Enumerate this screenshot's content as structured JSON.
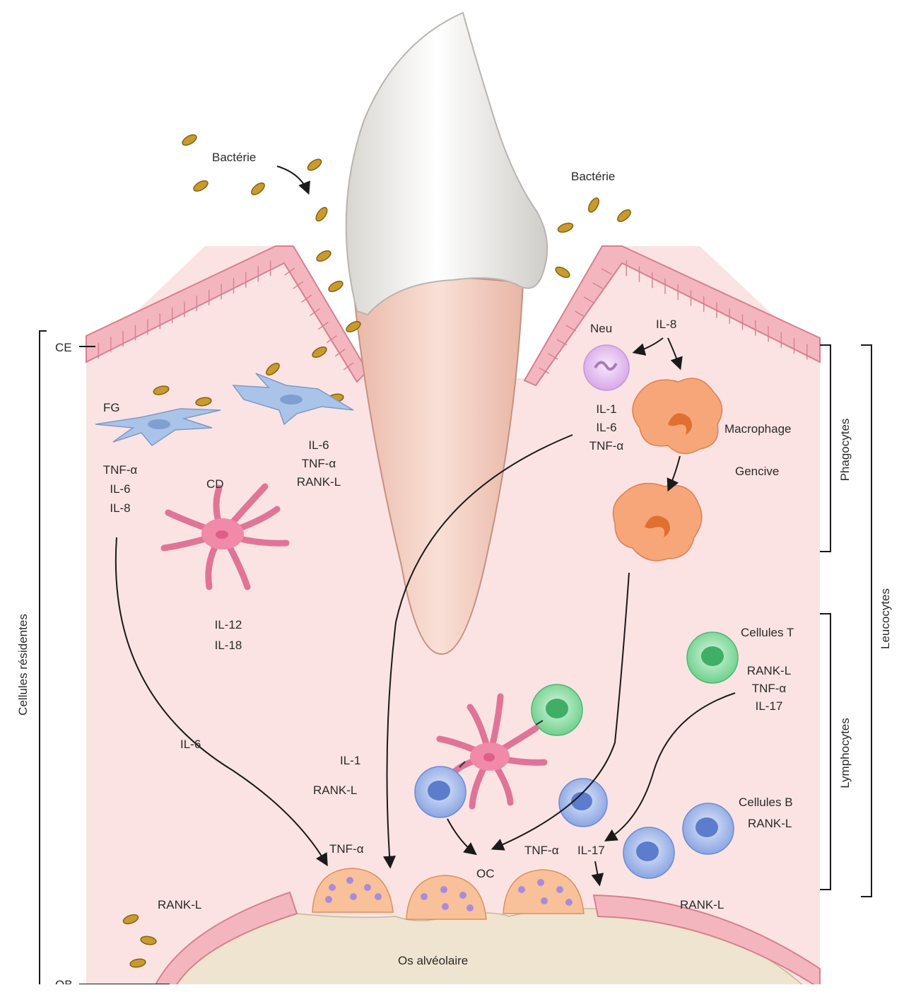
{
  "labels": {
    "bacteria_left": "Bactérie",
    "bacteria_right": "Bactérie",
    "ce": "CE",
    "ob": "OB",
    "fg": "FG",
    "cd": "CD",
    "fg_cytokines": [
      "TNF-α",
      "IL-6",
      "IL-8"
    ],
    "fib2_cytokines": [
      "IL-6",
      "TNF-α",
      "RANK-L"
    ],
    "cd_cytokines": [
      "IL-12",
      "IL-18"
    ],
    "il6_path": "IL-6",
    "il1_path": "IL-1",
    "rankl_path": "RANK-L",
    "tnf_left": "TNF-α",
    "rankl_bottom_left": "RANK-L",
    "bone": "Os alvéolaire",
    "oc": "OC",
    "tnf_mid": "TNF-α",
    "il17_mid": "IL-17",
    "rankl_bottom_right": "RANK-L",
    "neu": "Neu",
    "il8": "IL-8",
    "neu_cytokines": [
      "IL-1",
      "IL-6",
      "TNF-α"
    ],
    "macrophage": "Macrophage",
    "gencive": "Gencive",
    "cellules_t": "Cellules T",
    "t_cytokines": [
      "RANK-L",
      "TNF-α",
      "IL-17"
    ],
    "cellules_b": "Cellules B",
    "b_cytokines": [
      "RANK-L"
    ],
    "phagocytes": "Phagocytes",
    "lymphocytes": "Lymphocytes",
    "leucocytes": "Leucocytes",
    "cellules_residentes": "Cellules résidentes"
  },
  "colors": {
    "tissue": "#fbe3e3",
    "epithelium": "#f3b6bf",
    "epithelium_line": "#d97f8f",
    "bone": "#efe4cf",
    "enamel": "#f2f0ec",
    "root": "#f4d2c4",
    "fibroblast": "#a9c4e8",
    "dendritic": "#f08aa8",
    "neutrophil": "#e7c6f0",
    "macrophage": "#f7a679",
    "t_cell": "#8ee0a4",
    "b_cell": "#9fb6ea",
    "osteoclast": "#f8c19a",
    "bacteria": "#c89b2d"
  }
}
